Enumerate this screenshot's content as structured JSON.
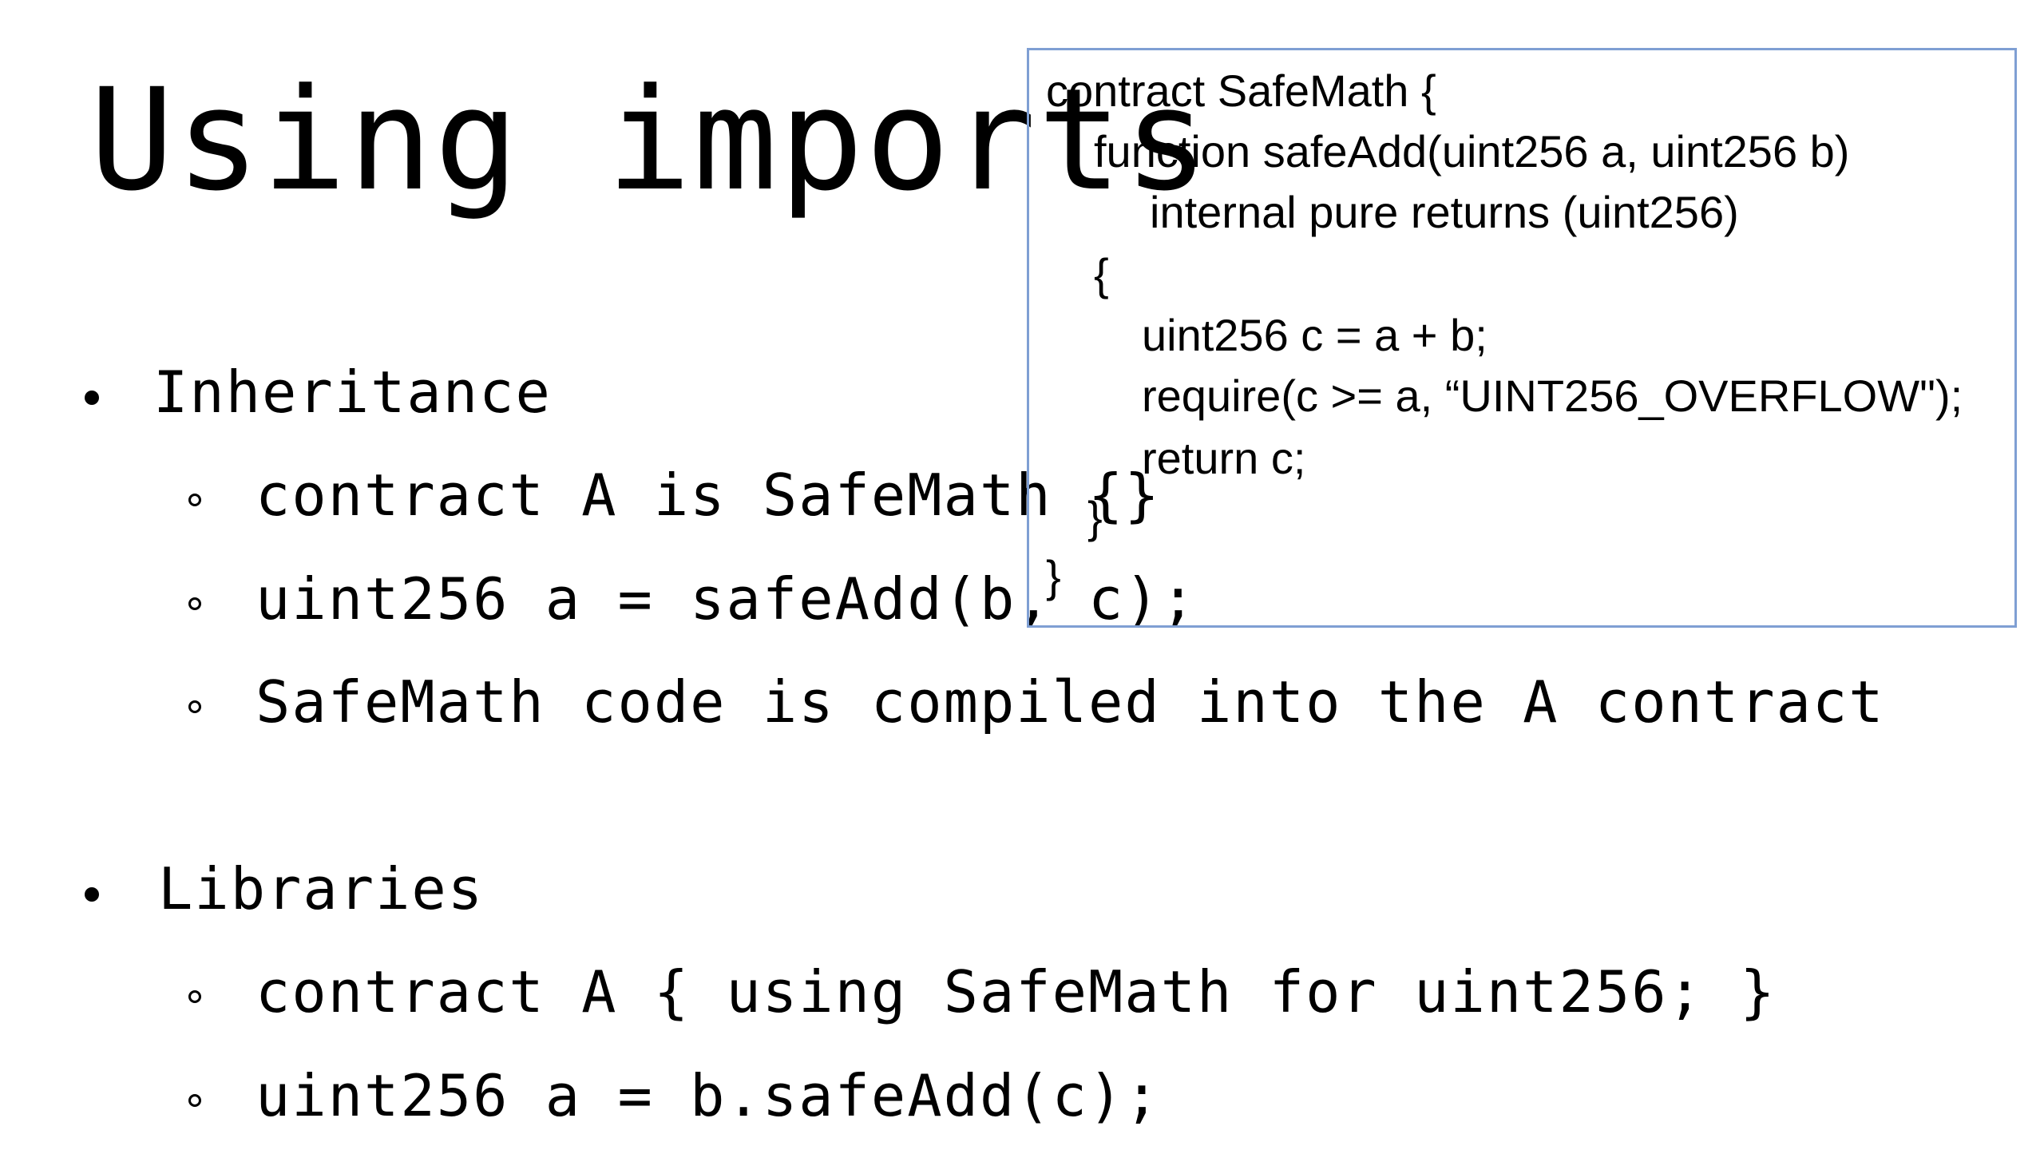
{
  "slide": {
    "title": "Using imports",
    "sections": [
      {
        "heading": "Inheritance",
        "items": [
          "contract A is SafeMath {}",
          "uint256 a = safeAdd(b, c);",
          "SafeMath code is compiled into the A contract"
        ]
      },
      {
        "heading": "Libraries",
        "items": [
          "contract A { using SafeMath for uint256;  }",
          "uint256 a = b.safeAdd(c);"
        ]
      }
    ],
    "code_box": {
      "border_color": "#7f9fd3",
      "lines": [
        "contract SafeMath {",
        "function safeAdd(uint256 a, uint256 b)",
        "internal pure returns (uint256)",
        "{",
        "uint256 c = a + b;",
        "require(c >= a,  “UINT256_OVERFLOW\");",
        "return c;",
        "}",
        "}"
      ]
    }
  }
}
